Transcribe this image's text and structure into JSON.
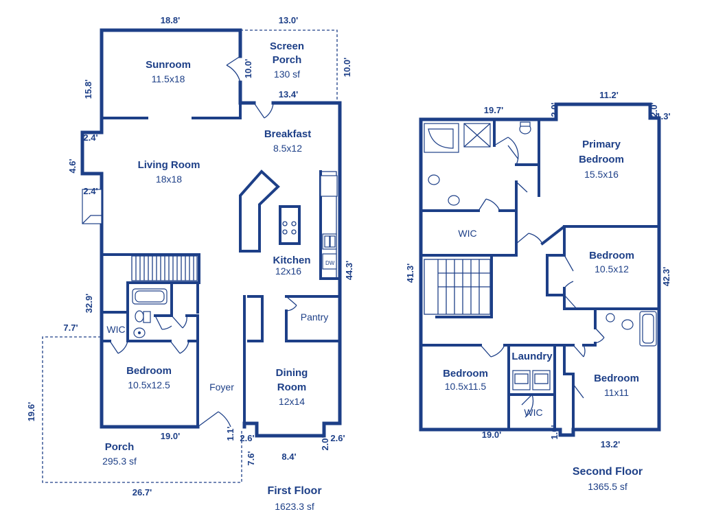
{
  "first_floor": {
    "title": "First Floor",
    "area": "1623.3 sf",
    "rooms": {
      "sunroom": {
        "name": "Sunroom",
        "size": "11.5x18"
      },
      "screen_porch": {
        "name_line1": "Screen",
        "name_line2": "Porch",
        "size": "130 sf"
      },
      "breakfast": {
        "name": "Breakfast",
        "size": "8.5x12"
      },
      "living_room": {
        "name": "Living Room",
        "size": "18x18"
      },
      "kitchen": {
        "name": "Kitchen",
        "size": "12x16"
      },
      "pantry": {
        "name": "Pantry"
      },
      "wic": {
        "name": "WIC"
      },
      "bedroom": {
        "name": "Bedroom",
        "size": "10.5x12.5"
      },
      "foyer": {
        "name": "Foyer"
      },
      "dining_room": {
        "name_line1": "Dining",
        "name_line2": "Room",
        "size": "12x14"
      },
      "porch": {
        "name": "Porch",
        "size": "295.3 sf"
      }
    },
    "dims": {
      "sunroom_width": "18.8'",
      "screen_porch_width": "13.0'",
      "sunroom_depth": "15.8'",
      "screen_porch_inner_depth": "10.0'",
      "screen_porch_depth": "10.0'",
      "breakfast_width": "13.4'",
      "fireplace_top": "2.4'",
      "fireplace_depth": "4.6'",
      "fireplace_bottom": "2.4'",
      "right_depth": "44.3'",
      "left_depth": "32.9'",
      "porch_jog": "7.7'",
      "porch_depth": "19.6'",
      "front_width": "19.0'",
      "foyer_jog_a": "1.1'",
      "foyer_jog_b": "2.6'",
      "bay_depth": "7.6'",
      "bay_width": "8.4'",
      "bay_right_a": "2.0'",
      "bay_right_b": "2.6'",
      "porch_width": "26.7'"
    },
    "labels": {
      "dw": "DW"
    }
  },
  "second_floor": {
    "title": "Second Floor",
    "area": "1365.5 sf",
    "rooms": {
      "primary_bedroom": {
        "name_line1": "Primary",
        "name_line2": "Bedroom",
        "size": "15.5x16"
      },
      "wic": {
        "name": "WIC"
      },
      "bedroom_right": {
        "name": "Bedroom",
        "size": "10.5x12"
      },
      "bedroom_left": {
        "name": "Bedroom",
        "size": "10.5x11.5"
      },
      "laundry": {
        "name": "Laundry"
      },
      "bedroom_small": {
        "name": "Bedroom",
        "size": "11x11"
      },
      "wic_small": {
        "name": "WIC"
      }
    },
    "dims": {
      "top_left_width": "19.7'",
      "top_step": "2.0'",
      "top_right_width": "11.2'",
      "corner_a": "2.0'",
      "corner_b": "1.3'",
      "left_depth": "41.3'",
      "right_depth": "42.3'",
      "bottom_left_width": "19.0'",
      "bottom_step": "1.0'",
      "bottom_right_width": "13.2'"
    }
  }
}
